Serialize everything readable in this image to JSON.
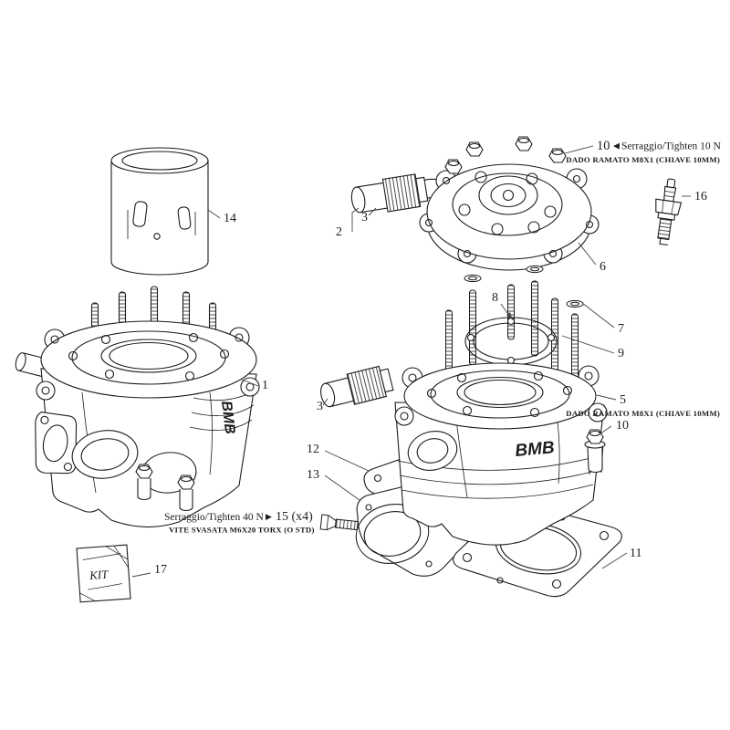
{
  "labels": {
    "part1": "1",
    "part2": "2",
    "part3_top": "3",
    "part3_side": "3",
    "part5": "5",
    "part6": "6",
    "part7": "7",
    "part8": "8",
    "part9": "9",
    "part10_top": "10",
    "part10_side": "10",
    "part11": "11",
    "part12": "12",
    "part13": "13",
    "part14": "14",
    "part15": "15 (x4)",
    "part16": "16",
    "part17": "17"
  },
  "annotations": {
    "head_torque": "Serraggio/Tighten 10 N",
    "head_torque_arrow": "◀",
    "head_nut_spec": "DADO RAMATO M8X1 (CHIAVE 10MM)",
    "base_nut_spec": "DADO RAMATO M8X1 (CHIAVE 10MM)",
    "base_torque": "Serraggio/Tighten 40 N",
    "base_torque_arrow": "▶",
    "screw_spec": "VITE SVASATA M6X20 TORX (O STD)",
    "kit_box_label": "KIT",
    "brand_logo": "BMB"
  }
}
